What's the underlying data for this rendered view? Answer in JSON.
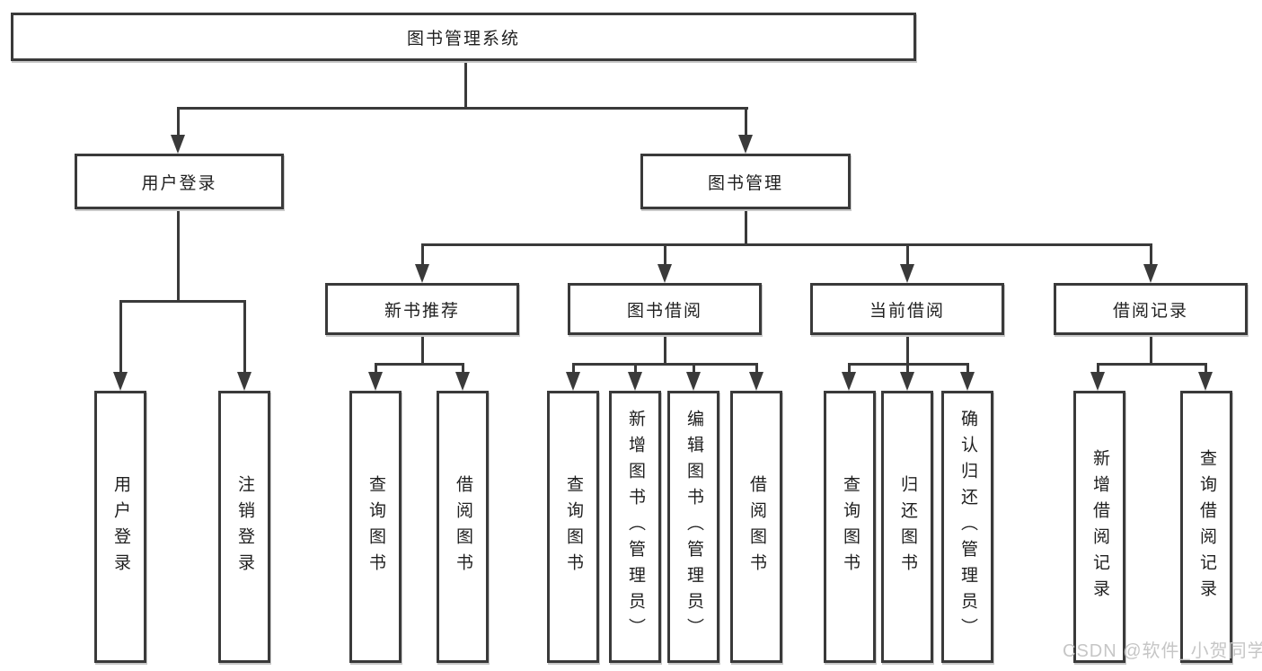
{
  "diagram_type": "hierarchy-tree",
  "colors": {
    "line": "#3a3a3a",
    "box_border": "#3a3a3a",
    "box_fill": "#ffffff",
    "text": "#1f1f1f",
    "watermark": "#c6c6c6"
  },
  "tree": {
    "label": "图书管理系统",
    "children": [
      {
        "label": "用户登录",
        "children": [
          {
            "label": "用户登录"
          },
          {
            "label": "注销登录"
          }
        ]
      },
      {
        "label": "图书管理",
        "children": [
          {
            "label": "新书推荐",
            "children": [
              {
                "label": "查询图书"
              },
              {
                "label": "借阅图书"
              }
            ]
          },
          {
            "label": "图书借阅",
            "children": [
              {
                "label": "查询图书"
              },
              {
                "label": "新增图书（管理员）"
              },
              {
                "label": "编辑图书（管理员）"
              },
              {
                "label": "借阅图书"
              }
            ]
          },
          {
            "label": "当前借阅",
            "children": [
              {
                "label": "查询图书"
              },
              {
                "label": "归还图书"
              },
              {
                "label": "确认归还（管理员）"
              }
            ]
          },
          {
            "label": "借阅记录",
            "children": [
              {
                "label": "新增借阅记录"
              },
              {
                "label": "查询借阅记录"
              }
            ]
          }
        ]
      }
    ]
  },
  "watermark": {
    "text": "CSDN @软件_小贺同学"
  }
}
